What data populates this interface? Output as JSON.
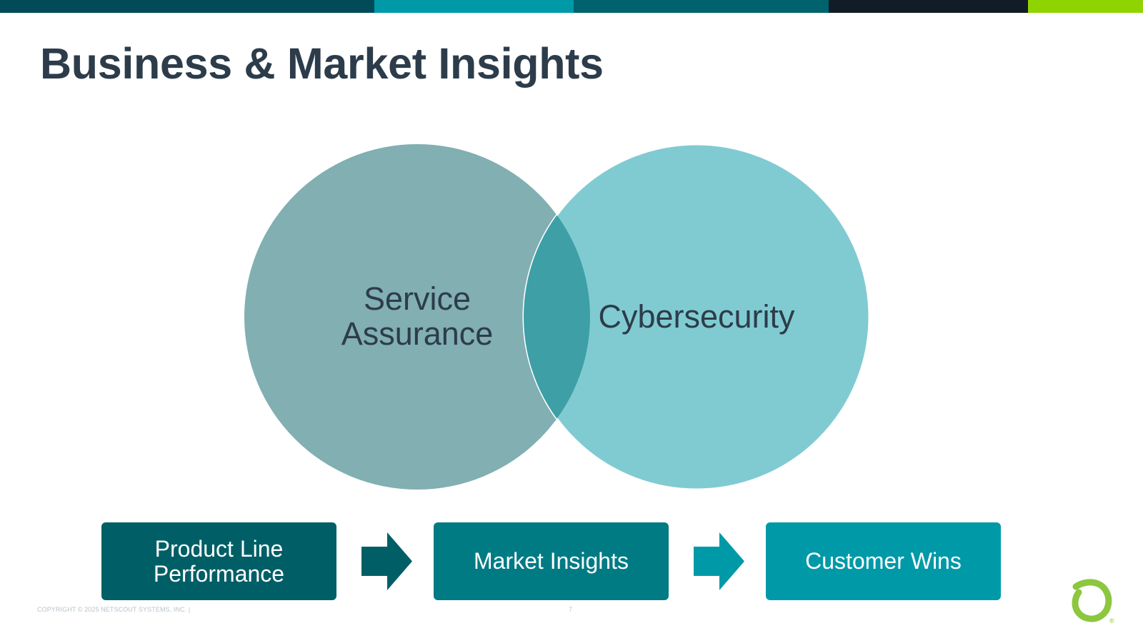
{
  "colors": {
    "top_bar": [
      "#004b57",
      "#0099a8",
      "#00626c",
      "#121c26",
      "#8fd400"
    ],
    "title": "#2d3c4a",
    "circle_left": "#81afb2",
    "circle_right": "#80cbd1",
    "overlap": "#3e9fa6",
    "box_1": "#005f66",
    "box_2": "#007b84",
    "box_3": "#0099a8",
    "arrow_1": "#005f66",
    "arrow_2": "#0099a8",
    "logo": "#8dc63f",
    "footer_text": "#b9c2c9"
  },
  "header": {
    "title": "Business & Market Insights"
  },
  "venn": {
    "left_label_line1": "Service",
    "left_label_line2": "Assurance",
    "right_label": "Cybersecurity"
  },
  "flow": {
    "box1_line1": "Product Line",
    "box1_line2": "Performance",
    "box2_label": "Market Insights",
    "box3_label": "Customer Wins"
  },
  "footer": {
    "copyright": "COPYRIGHT © 2025 NETSCOUT SYSTEMS, INC.  |",
    "page_number": "7"
  },
  "logo": {
    "icon": "netscout-logo-icon",
    "registered_mark": "®"
  }
}
